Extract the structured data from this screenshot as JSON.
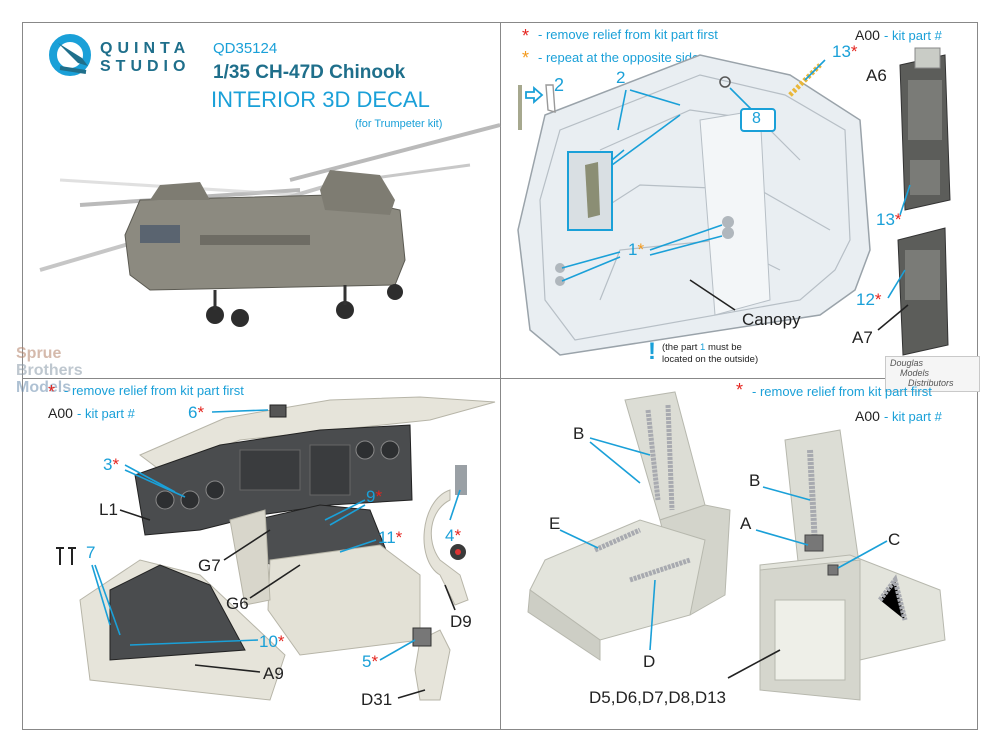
{
  "brand": {
    "line1": "QUINTA",
    "line2": "STUDIO"
  },
  "product": {
    "code": "QD35124",
    "title": "1/35 CH-47D Chinook",
    "subtitle": "INTERIOR 3D DECAL",
    "note": "(for Trumpeter kit)"
  },
  "legend": {
    "remove_relief": "- remove relief from kit part first",
    "repeat_opposite": "- repeat at the opposite side",
    "kit_part_code": "A00",
    "kit_part_text": "- kit part #",
    "star": "*"
  },
  "panel_canopy": {
    "labels": {
      "part2_icon": "2",
      "part2": "2",
      "part8": "8",
      "part13a": "13",
      "part13b": "13",
      "part1": "1",
      "part12": "12",
      "A6": "A6",
      "A7": "A7",
      "canopy": "Canopy"
    },
    "note_line1": "(the part ",
    "note_num": "1",
    "note_line1_end": " must be",
    "note_line2": "located on the outside)",
    "exclaim": "!"
  },
  "watermarks": {
    "sprue": [
      "Sprue",
      "Brothers",
      "Models"
    ],
    "douglas": [
      "Douglas",
      "Models",
      "Distributors"
    ]
  },
  "panel_cockpit": {
    "labels": {
      "p6": "6",
      "p3": "3",
      "L1": "L1",
      "p9": "9",
      "p4": "4",
      "p11": "11",
      "G7": "G7",
      "G6": "G6",
      "p7": "7",
      "p10": "10",
      "D9": "D9",
      "A9": "A9",
      "p5": "5",
      "D31": "D31"
    }
  },
  "panel_seats": {
    "labels": {
      "B1": "B",
      "B2": "B",
      "E": "E",
      "A": "A",
      "C": "C",
      "D": "D",
      "parts": "D5,D6,D7,D8,D13"
    }
  }
}
